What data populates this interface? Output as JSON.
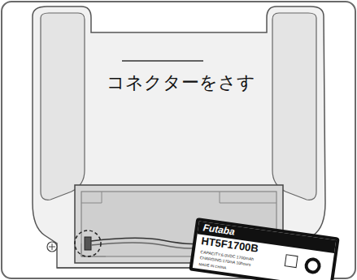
{
  "diagram": {
    "nodes": [
      {
        "text": [
          "Futaba",
          "HT5F1700B",
          "CAPACITY:6.0VDC 1700mAh",
          "CHARGING:170mA 10hours",
          "MADE IN CHINA"
        ]
      }
    ],
    "labels": [
      "コネクターをさす"
    ]
  }
}
